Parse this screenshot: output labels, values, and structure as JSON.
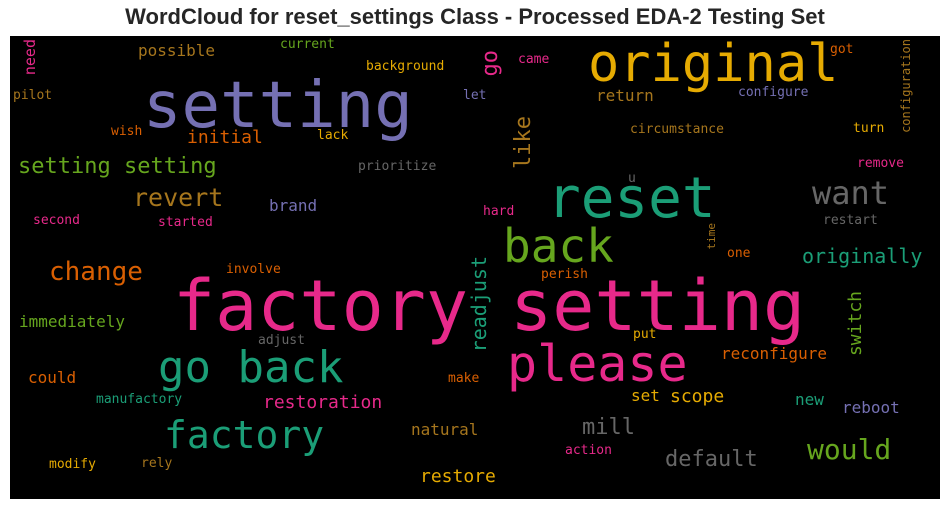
{
  "chart_data": {
    "type": "wordcloud",
    "title": "WordCloud for reset_settings Class - Processed EDA-2 Testing Set",
    "background": "#000000",
    "colormap": [
      "#e7298a",
      "#1b9e77",
      "#7570b3",
      "#d95f02",
      "#66a61e",
      "#e6ab02",
      "#a6761d",
      "#666666"
    ],
    "words": [
      {
        "text": "factory setting",
        "color": "#e7298a"
      },
      {
        "text": "setting",
        "color": "#7570b3"
      },
      {
        "text": "reset",
        "color": "#1b9e77"
      },
      {
        "text": "original",
        "color": "#e6ab02"
      },
      {
        "text": "please",
        "color": "#e7298a"
      },
      {
        "text": "go back",
        "color": "#1b9e77"
      },
      {
        "text": "back",
        "color": "#66a61e"
      },
      {
        "text": "factory",
        "color": "#1b9e77"
      },
      {
        "text": "want",
        "color": "#666666"
      },
      {
        "text": "change",
        "color": "#d95f02"
      },
      {
        "text": "revert",
        "color": "#a6761d"
      },
      {
        "text": "setting setting",
        "color": "#66a61e"
      },
      {
        "text": "would",
        "color": "#66a61e"
      },
      {
        "text": "default",
        "color": "#666666"
      },
      {
        "text": "originally",
        "color": "#1b9e77"
      },
      {
        "text": "like",
        "color": "#a6761d"
      },
      {
        "text": "readjust",
        "color": "#1b9e77"
      },
      {
        "text": "go",
        "color": "#e7298a"
      },
      {
        "text": "mill",
        "color": "#666666"
      },
      {
        "text": "restore",
        "color": "#e6ab02"
      },
      {
        "text": "restoration",
        "color": "#e7298a"
      },
      {
        "text": "reconfigure",
        "color": "#d95f02"
      },
      {
        "text": "initial",
        "color": "#d95f02"
      },
      {
        "text": "immediately",
        "color": "#66a61e"
      },
      {
        "text": "switch",
        "color": "#66a61e"
      },
      {
        "text": "natural",
        "color": "#a6761d"
      },
      {
        "text": "scope",
        "color": "#e6ab02"
      },
      {
        "text": "set",
        "color": "#e6ab02"
      },
      {
        "text": "could",
        "color": "#d95f02"
      },
      {
        "text": "possible",
        "color": "#a6761d"
      },
      {
        "text": "return",
        "color": "#a6761d"
      },
      {
        "text": "brand",
        "color": "#7570b3"
      },
      {
        "text": "reboot",
        "color": "#7570b3"
      },
      {
        "text": "new",
        "color": "#1b9e77"
      },
      {
        "text": "need",
        "color": "#e7298a"
      },
      {
        "text": "background",
        "color": "#e6ab02"
      },
      {
        "text": "configure",
        "color": "#7570b3"
      },
      {
        "text": "circumstance",
        "color": "#a6761d"
      },
      {
        "text": "restart",
        "color": "#666666"
      },
      {
        "text": "prioritize",
        "color": "#666666"
      },
      {
        "text": "involve",
        "color": "#d95f02"
      },
      {
        "text": "adjust",
        "color": "#666666"
      },
      {
        "text": "manufactory",
        "color": "#1b9e77"
      },
      {
        "text": "configuration",
        "color": "#a6761d"
      },
      {
        "text": "current",
        "color": "#66a61e"
      },
      {
        "text": "came",
        "color": "#e7298a"
      },
      {
        "text": "got",
        "color": "#d95f02"
      },
      {
        "text": "pilot",
        "color": "#a6761d"
      },
      {
        "text": "let",
        "color": "#7570b3"
      },
      {
        "text": "wish",
        "color": "#d95f02"
      },
      {
        "text": "lack",
        "color": "#e6ab02"
      },
      {
        "text": "turn",
        "color": "#e6ab02"
      },
      {
        "text": "remove",
        "color": "#e7298a"
      },
      {
        "text": "u",
        "color": "#666666"
      },
      {
        "text": "second",
        "color": "#e7298a"
      },
      {
        "text": "started",
        "color": "#e7298a"
      },
      {
        "text": "hard",
        "color": "#e7298a"
      },
      {
        "text": "time",
        "color": "#a6761d"
      },
      {
        "text": "one",
        "color": "#d95f02"
      },
      {
        "text": "perish",
        "color": "#d95f02"
      },
      {
        "text": "put",
        "color": "#e6ab02"
      },
      {
        "text": "make",
        "color": "#d95f02"
      },
      {
        "text": "modify",
        "color": "#e6ab02"
      },
      {
        "text": "rely",
        "color": "#a6761d"
      },
      {
        "text": "action",
        "color": "#e7298a"
      }
    ]
  }
}
